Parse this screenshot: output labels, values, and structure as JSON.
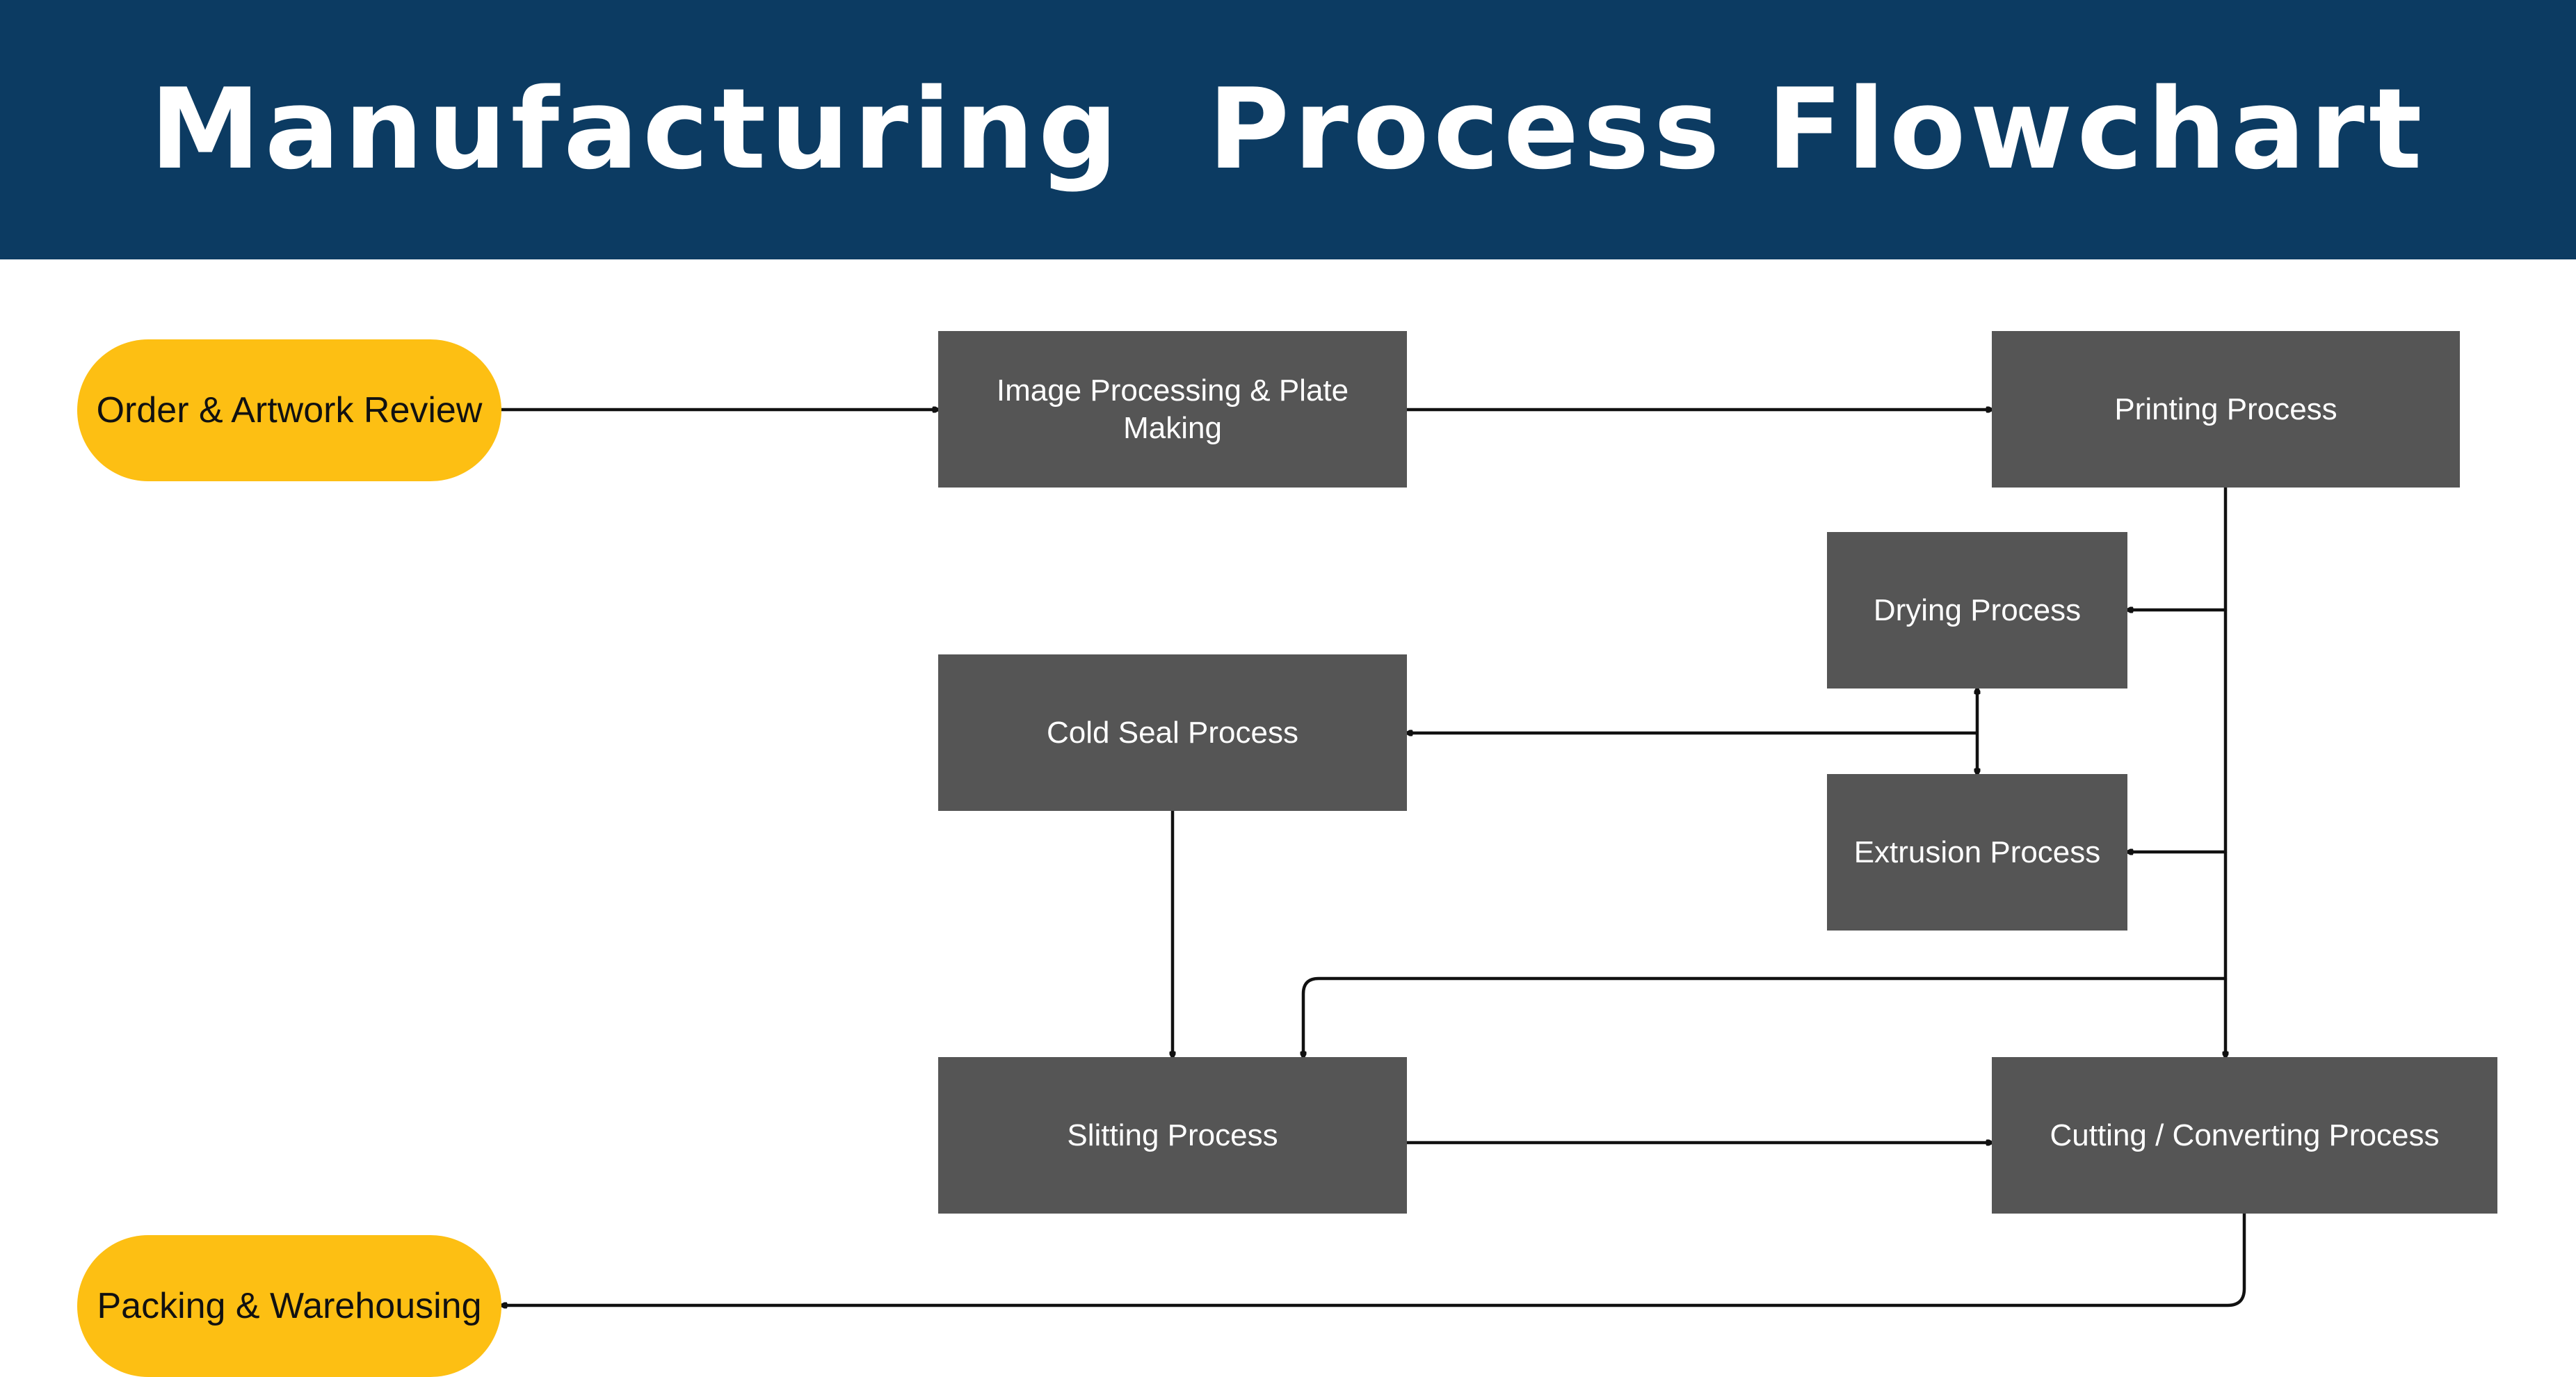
{
  "title": "Manufacturing  Process Flowchart",
  "colors": {
    "header": "#0c3b62",
    "title_text": "#ffffff",
    "process_fill": "#555555",
    "process_text": "#ffffff",
    "terminal_fill": "#fdbf13",
    "terminal_text": "#111111",
    "connector": "#111111"
  },
  "nodes": {
    "order": {
      "shape": "terminal",
      "label": "Order & Artwork Review"
    },
    "image": {
      "shape": "process",
      "label": "Image Processing & Plate Making"
    },
    "printing": {
      "shape": "process",
      "label": "Printing Process"
    },
    "drying": {
      "shape": "process",
      "label": "Drying Process"
    },
    "coldseal": {
      "shape": "process",
      "label": "Cold Seal Process"
    },
    "extrusion": {
      "shape": "process",
      "label": "Extrusion Process"
    },
    "slitting": {
      "shape": "process",
      "label": "Slitting Process"
    },
    "cutting": {
      "shape": "process",
      "label": "Cutting / Converting Process"
    },
    "packing": {
      "shape": "terminal",
      "label": "Packing & Warehousing"
    }
  },
  "edges": [
    {
      "from": "order",
      "to": "image"
    },
    {
      "from": "image",
      "to": "printing"
    },
    {
      "from": "printing",
      "to": "drying"
    },
    {
      "from": "printing",
      "to": "extrusion"
    },
    {
      "from": "printing",
      "to": "slitting"
    },
    {
      "from": "printing",
      "to": "cutting"
    },
    {
      "from": "drying",
      "to": "extrusion",
      "bidirectional": true
    },
    {
      "from": "drying",
      "to": "coldseal"
    },
    {
      "from": "coldseal",
      "to": "slitting"
    },
    {
      "from": "slitting",
      "to": "cutting"
    },
    {
      "from": "cutting",
      "to": "packing"
    }
  ]
}
